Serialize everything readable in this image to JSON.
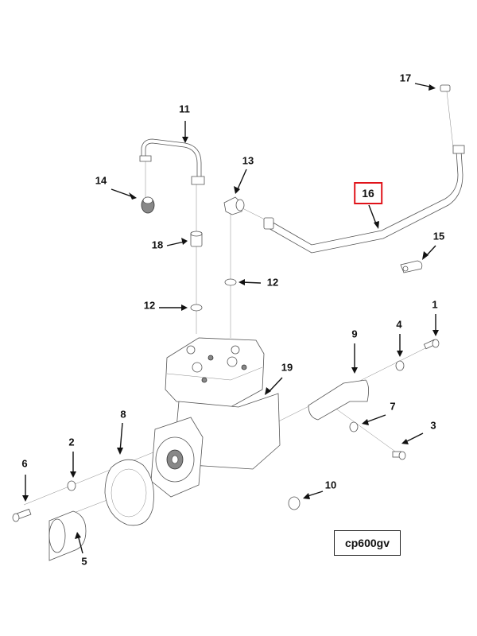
{
  "diagram": {
    "type": "exploded-parts-diagram",
    "subject": "air compressor assembly",
    "code_label": "cp600gv",
    "highlight_color": "#e0131a",
    "highlighted_callout": "16",
    "callouts": [
      {
        "id": "1",
        "label": "1",
        "part": "bolt"
      },
      {
        "id": "2",
        "label": "2",
        "part": "washer"
      },
      {
        "id": "3",
        "label": "3",
        "part": "bolt"
      },
      {
        "id": "4",
        "label": "4",
        "part": "washer"
      },
      {
        "id": "5",
        "label": "5",
        "part": "sleeve"
      },
      {
        "id": "6",
        "label": "6",
        "part": "bolt"
      },
      {
        "id": "7",
        "label": "7",
        "part": "washer"
      },
      {
        "id": "8",
        "label": "8",
        "part": "gasket"
      },
      {
        "id": "9",
        "label": "9",
        "part": "bracket"
      },
      {
        "id": "10",
        "label": "10",
        "part": "plug"
      },
      {
        "id": "11",
        "label": "11",
        "part": "tube"
      },
      {
        "id": "12a",
        "label": "12",
        "part": "o-ring"
      },
      {
        "id": "12b",
        "label": "12",
        "part": "o-ring"
      },
      {
        "id": "13",
        "label": "13",
        "part": "elbow fitting"
      },
      {
        "id": "14",
        "label": "14",
        "part": "plug"
      },
      {
        "id": "15",
        "label": "15",
        "part": "clamp"
      },
      {
        "id": "16",
        "label": "16",
        "part": "tube"
      },
      {
        "id": "17",
        "label": "17",
        "part": "cap"
      },
      {
        "id": "18",
        "label": "18",
        "part": "connector"
      },
      {
        "id": "19",
        "label": "19",
        "part": "air compressor"
      }
    ]
  }
}
